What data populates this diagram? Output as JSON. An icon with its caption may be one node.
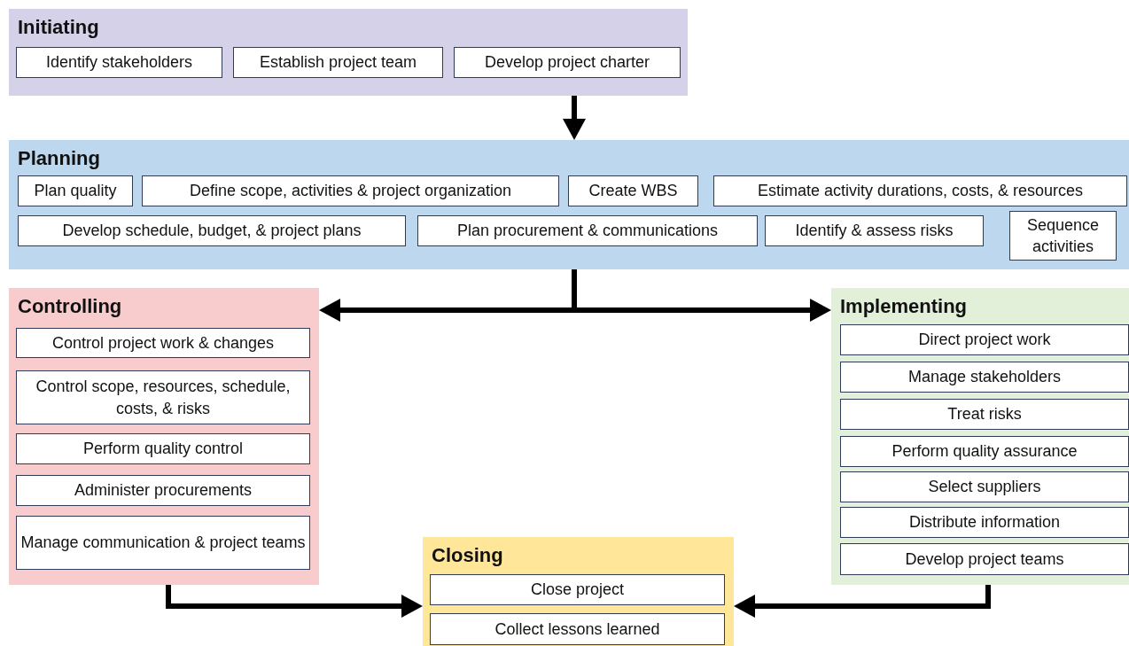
{
  "diagram": {
    "nodes": [
      {
        "text": [
          "Initiating"
        ]
      },
      {
        "text": [
          "Identify stakeholders"
        ],
        "in": 0
      },
      {
        "text": [
          "Establish project team"
        ],
        "in": 0
      },
      {
        "text": [
          "Develop project charter"
        ],
        "in": 0
      },
      {
        "text": [
          "Planning"
        ]
      },
      {
        "text": [
          "Plan quality"
        ],
        "in": 4
      },
      {
        "text": [
          "Define scope, activities & project organization"
        ],
        "in": 4
      },
      {
        "text": [
          "Create WBS"
        ],
        "in": 4
      },
      {
        "text": [
          "Estimate activity durations, costs, & resources"
        ],
        "in": 4
      },
      {
        "text": [
          "Develop schedule, budget, & project plans"
        ],
        "in": 4
      },
      {
        "text": [
          "Plan procurement & communications"
        ],
        "in": 4
      },
      {
        "text": [
          "Identify & assess risks"
        ],
        "in": 4
      },
      {
        "text": [
          "Sequence activities"
        ],
        "in": 4
      },
      {
        "text": [
          "Controlling"
        ]
      },
      {
        "text": [
          "Control project work & changes"
        ],
        "in": 13
      },
      {
        "text": [
          "Control scope, resources, schedule, costs, & risks"
        ],
        "in": 13
      },
      {
        "text": [
          "Perform quality control"
        ],
        "in": 13
      },
      {
        "text": [
          "Administer procurements"
        ],
        "in": 13
      },
      {
        "text": [
          "Manage communication & project teams"
        ],
        "in": 13
      },
      {
        "text": [
          "Implementing"
        ]
      },
      {
        "text": [
          "Direct project work"
        ],
        "in": 19
      },
      {
        "text": [
          "Manage stakeholders"
        ],
        "in": 19
      },
      {
        "text": [
          "Treat risks"
        ],
        "in": 19
      },
      {
        "text": [
          "Perform quality assurance"
        ],
        "in": 19
      },
      {
        "text": [
          "Select suppliers"
        ],
        "in": 19
      },
      {
        "text": [
          "Distribute information"
        ],
        "in": 19
      },
      {
        "text": [
          "Develop project teams"
        ],
        "in": 19
      },
      {
        "text": [
          "Closing"
        ]
      },
      {
        "text": [
          "Close project"
        ],
        "in": 27
      },
      {
        "text": [
          "Collect lessons learned"
        ],
        "in": 27
      }
    ],
    "edges": [
      {
        "from": 0,
        "to": 4,
        "arrow": "to"
      },
      {
        "from": 4,
        "to": 13,
        "arrow": "to"
      },
      {
        "from": 4,
        "to": 19,
        "arrow": "to"
      },
      {
        "from": 13,
        "to": 27,
        "arrow": "to"
      },
      {
        "from": 19,
        "to": 27,
        "arrow": "to"
      }
    ]
  }
}
